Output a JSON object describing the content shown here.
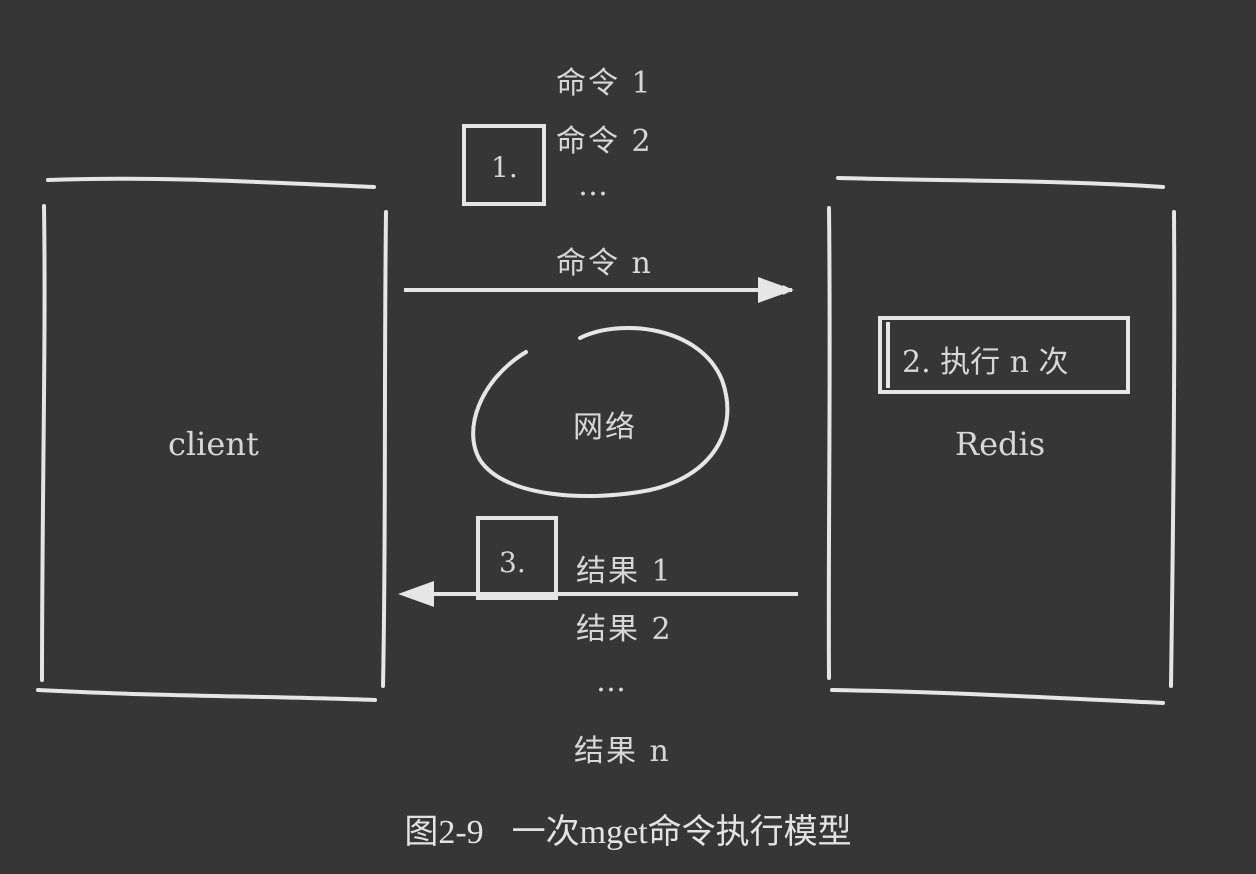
{
  "client": {
    "label": "client"
  },
  "server": {
    "label": "Redis"
  },
  "network": {
    "label": "网络"
  },
  "step1": {
    "label": "1."
  },
  "step2": {
    "label": "2. 执行 n 次"
  },
  "step3": {
    "label": "3."
  },
  "commands": [
    "命令 1",
    "命令 2",
    "…",
    "命令 n"
  ],
  "results": [
    "结果 1",
    "结果 2",
    "…",
    "结果 n"
  ],
  "caption": {
    "number": "图2-9",
    "title": "一次mget命令执行模型"
  },
  "colors": {
    "background": "#363636",
    "stroke": "#e6e6e6",
    "text": "#d7d7d7"
  }
}
